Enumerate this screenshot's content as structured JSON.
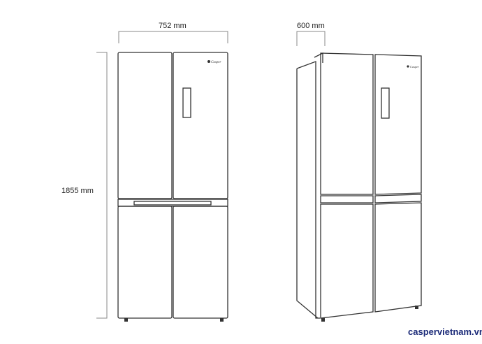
{
  "dimensions": {
    "width_label": "752 mm",
    "depth_label": "600 mm",
    "height_label": "1855 mm"
  },
  "brand": {
    "logo_text": "Casper",
    "website": "caspervietnam.vn",
    "website_color": "#1b2a78"
  }
}
